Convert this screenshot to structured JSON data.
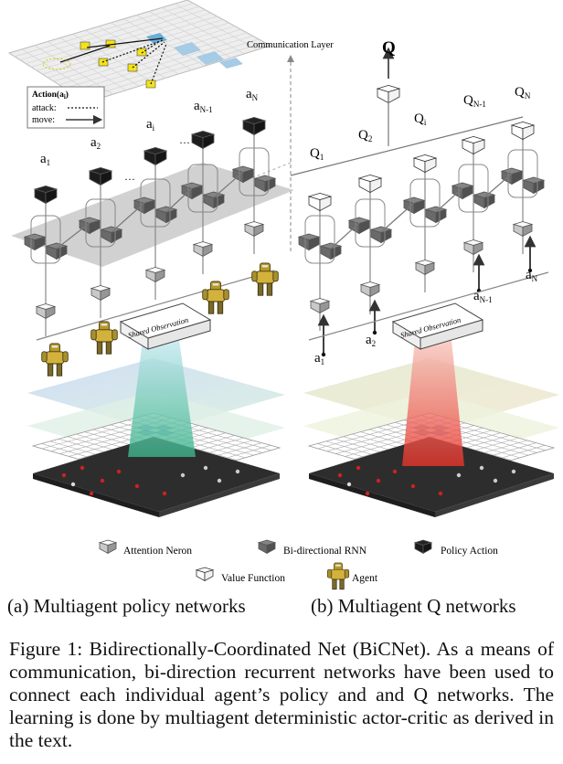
{
  "figure": {
    "communication_layer_label": "Communication Layer",
    "action_box": {
      "title": "Action(a",
      "title_sub": "i",
      "title_close": ")",
      "attack": "attack:",
      "move": "move:"
    },
    "shared_observation": "Shared Observation",
    "policy": {
      "a1": "a",
      "a1_sub": "1",
      "a2": "a",
      "a2_sub": "2",
      "ai": "a",
      "ai_sub": "i",
      "aN1": "a",
      "aN1_sub": "N-1",
      "aN": "a",
      "aN_sub": "N",
      "dots": "···"
    },
    "qnet": {
      "Q": "Q",
      "Q1": "Q",
      "Q1_sub": "1",
      "Q2": "Q",
      "Q2_sub": "2",
      "Qi": "Q",
      "Qi_sub": "i",
      "QN1": "Q",
      "QN1_sub": "N-1",
      "QN": "Q",
      "QN_sub": "N",
      "a1": "a",
      "a1_sub": "1",
      "a2": "a",
      "a2_sub": "2",
      "aN1": "a",
      "aN1_sub": "N-1",
      "aN": "a",
      "aN_sub": "N"
    },
    "legend": {
      "attention": "Attention Neron",
      "birnn": "Bi-directional RNN",
      "policy_action": "Policy Action",
      "value_function": "Value Function",
      "agent": "Agent"
    }
  },
  "subcaptions": {
    "a": "(a) Multiagent policy networks",
    "b": "(b) Multiagent Q networks"
  },
  "caption": "Figure 1: Bidirectionally-Coordinated Net (BiCNet). As a means of communication, bi-direction recurrent networks have been used to connect each individual agent’s policy and and Q networks. The learning is done by multiagent deterministic actor-critic as derived in the text.",
  "colors": {
    "attention": "#c8c8c8",
    "birnn": "#6a6a6a",
    "policy_action": "#1c1c1c",
    "value_function": "#ffffff",
    "beam_left": "#4fbf9a",
    "beam_right": "#e8442a"
  }
}
